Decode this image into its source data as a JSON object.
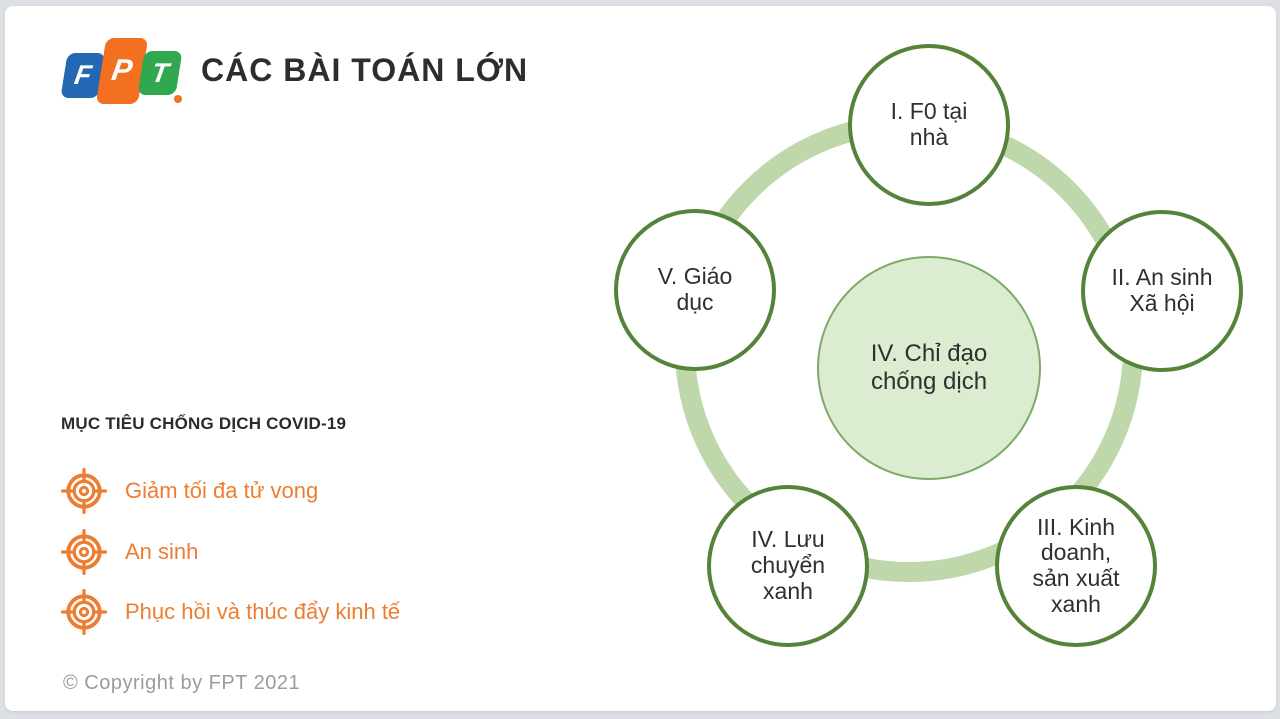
{
  "header": {
    "logo": {
      "brand": "FPT",
      "letters": [
        "F",
        "P",
        "T"
      ],
      "colors": {
        "f_block": "#2268b2",
        "p_block": "#f37021",
        "t_block": "#2fa84f"
      }
    },
    "title": "CÁC BÀI TOÁN LỚN"
  },
  "objectives": {
    "heading": "MỤC TIÊU CHỐNG DỊCH COVID-19",
    "accent_color": "#ed7d31",
    "items": [
      {
        "icon": "target-icon",
        "label": "Giảm tối đa tử vong"
      },
      {
        "icon": "target-icon",
        "label": "An sinh"
      },
      {
        "icon": "target-icon",
        "label": "Phục hồi và thúc đẩy kinh tế"
      }
    ]
  },
  "diagram": {
    "type": "cycle",
    "ring_color": "#bed7ab",
    "node_border_color": "#55833a",
    "center": {
      "label": "IV. Chỉ đạo\nchống dịch",
      "fill": "#dcecd0",
      "border_color": "#7fa969"
    },
    "nodes": [
      {
        "position": "top",
        "label": "I. F0 tại\nnhà"
      },
      {
        "position": "right",
        "label": "II. An sinh\nXã hội"
      },
      {
        "position": "bottom-right",
        "label": "III. Kinh\ndoanh,\nsản xuất\nxanh"
      },
      {
        "position": "bottom-left",
        "label": "IV. Lưu\nchuyển\nxanh"
      },
      {
        "position": "left",
        "label": "V. Giáo\ndục"
      }
    ]
  },
  "footer": {
    "copyright": "© Copyright by FPT 2021"
  }
}
